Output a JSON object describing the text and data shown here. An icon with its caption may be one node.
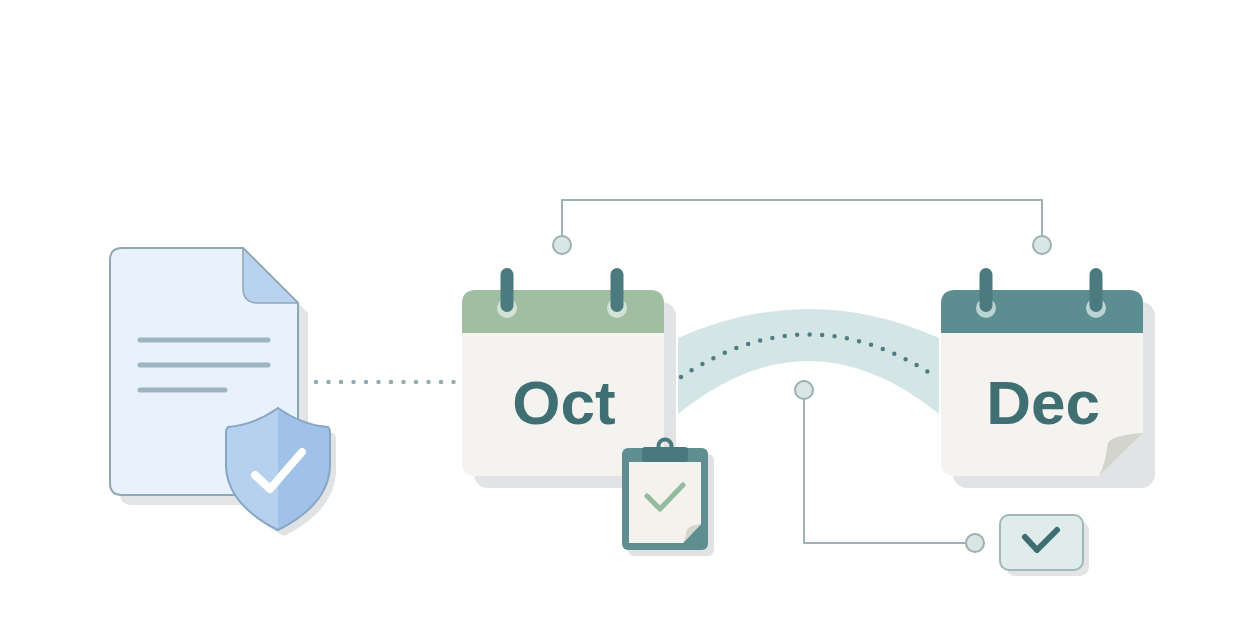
{
  "diagram": {
    "nodes": [
      {
        "text": [],
        "shape": "picture"
      },
      {
        "text": [
          "Oct"
        ]
      },
      {
        "text": [
          "Dec"
        ]
      },
      {
        "text": [],
        "shape": "box"
      }
    ],
    "edges": [
      {
        "from": 0,
        "to": 1,
        "arrow": "none",
        "style": "dashed"
      },
      {
        "from": 1,
        "to": 2,
        "arrow": "none",
        "style": "dashed",
        "color": "#4f7e82"
      },
      {
        "from": 1,
        "to": 2,
        "arrow": "other"
      },
      {
        "from": null,
        "to": 3,
        "arrow": "other"
      }
    ]
  }
}
